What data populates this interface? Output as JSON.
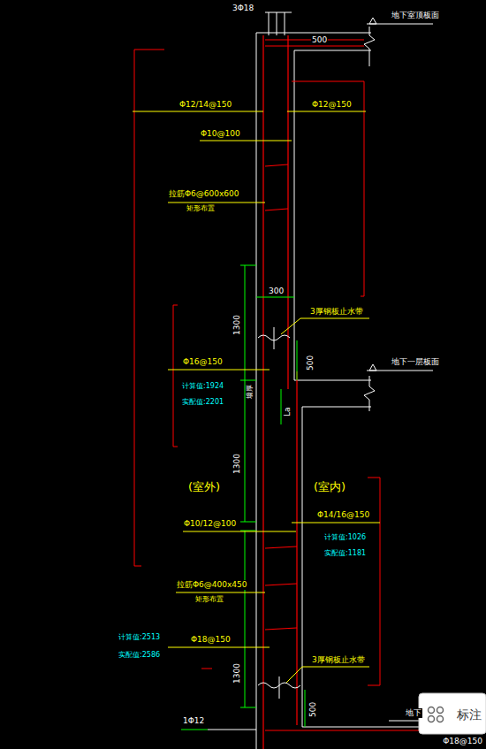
{
  "diagram": {
    "labels": [
      "3Φ18",
      "地下室顶板面",
      "500",
      "Φ12/14@150",
      "Φ12@150",
      "Φ10@100",
      "拉筋Φ6@600x600",
      "矩形布置",
      "300",
      "1300",
      "3厚钢板止水带",
      "500",
      "地下一层板面",
      "Φ16@150",
      "计算值:1924",
      "实配值:2201",
      "墙厚",
      "La",
      "1300",
      "(室外)",
      "(室内)",
      "Φ14/16@150",
      "计算值:1026",
      "实配值:1181",
      "Φ10/12@100",
      "拉筋Φ6@400x450",
      "矩形布置",
      "计算值:2513",
      "实配值:2586",
      "Φ18@150",
      "1300",
      "3厚钢板止水带",
      "500",
      "地下",
      "1Φ12",
      "Φ18@150",
      "标注"
    ]
  }
}
